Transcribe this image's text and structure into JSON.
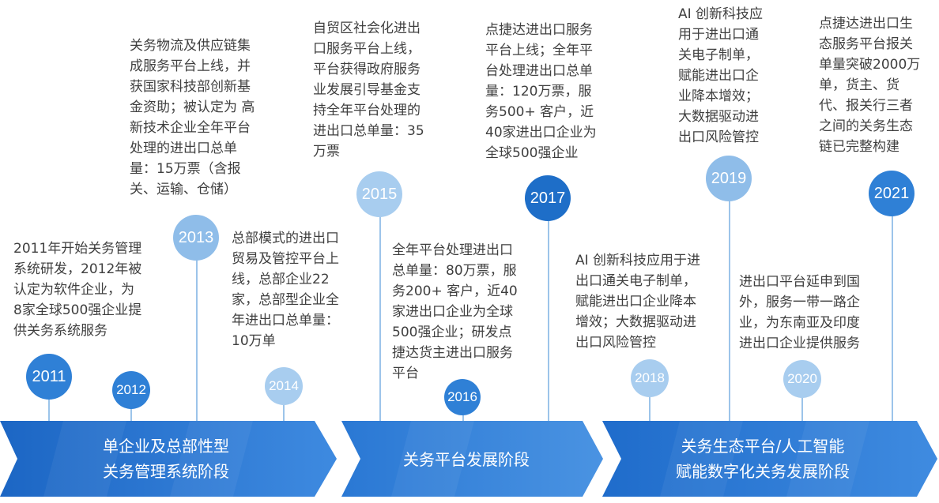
{
  "years": {
    "y2011": "2011",
    "y2012": "2012",
    "y2013": "2013",
    "y2014": "2014",
    "y2015": "2015",
    "y2016": "2016",
    "y2017": "2017",
    "y2018": "2018",
    "y2019": "2019",
    "y2020": "2020",
    "y2021": "2021"
  },
  "annotations": {
    "a2011": "2011年开始关务管理\n系统研发，2012年被\n认定为软件企业，为\n8家全球500强企业提\n供关务系统服务",
    "a2013": "关务物流及供应链集\n成服务平台上线，并\n获国家科技部创新基\n金资助；被认定为 高\n新技术企业全年平台\n处理的进出口总单\n量：15万票（含报\n关、运输、仓储）",
    "a2014": "总部模式的进出口\n贸易及管控平台上\n线，总部企业22\n家，总部型企业全\n年进出口总单量：\n10万单",
    "a2015": "自贸区社会化进出\n口服务平台上线，\n平台获得政府服务\n业发展引导基金支\n持全年平台处理的\n进出口总单量：35\n万票",
    "a2016": "全年平台处理进出口\n总单量：80万票，服\n务200+ 客户，近40\n家进出口企业为全球\n500强企业；研发点\n捷达货主进出口服务\n平台",
    "a2017": "点捷达进出口服务\n平台上线；全年平\n台处理进出口总单\n量：120万票，服\n务500+ 客户，近\n40家进出口企业为\n全球500强企业",
    "a2018": "AI 创新科技应用于进\n出口通关电子制单，\n赋能进出口企业降本\n增效；大数据驱动进\n出口风险管控",
    "a2019": "AI 创新科技应\n用于进出口通\n关电子制单，\n赋能进出口企\n业降本增效；\n大数据驱动进\n出口风险管控",
    "a2020": "进出口平台延申到国\n外，服务一带一路企\n业，为东南亚及印度\n进出口企业提供服务",
    "a2021": "点捷达进出口生\n态服务平台报关\n单量突破2000万\n单，货主、货\n代、报关行三者\n之间的关务生态\n链已完整构建"
  },
  "phases": {
    "p1": "单企业及总部性型\n关务管理系统阶段",
    "p2": "关务平台发展阶段",
    "p3": "关务生态平台/人工智能\n赋能数字化关务发展阶段"
  },
  "colors": {
    "band_dark": "#1e6fce",
    "band_light": "#4a90df",
    "circle_dark": "#1e6ec8",
    "circle_light": "#8fbde9",
    "line": "#9cc4ea"
  }
}
